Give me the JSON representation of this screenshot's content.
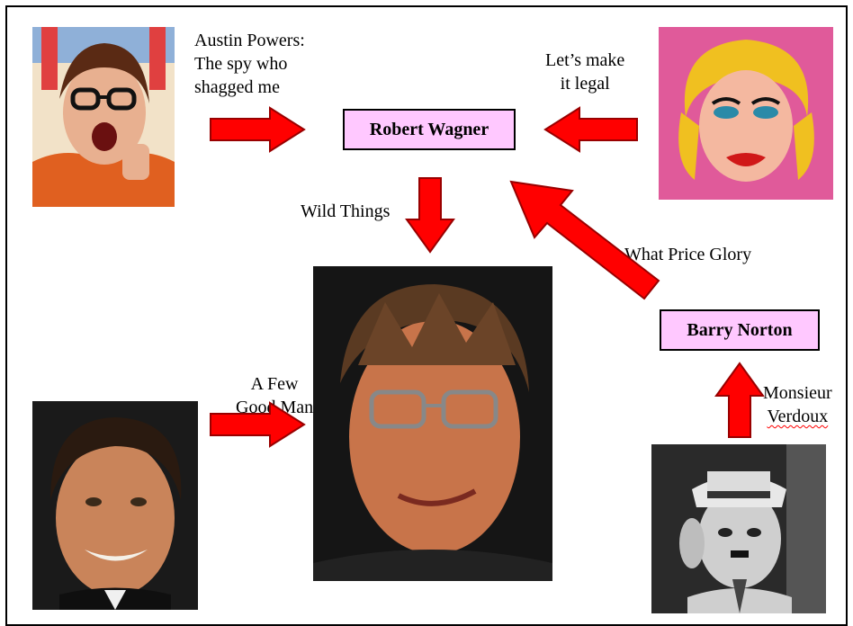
{
  "diagram": {
    "nodes": {
      "robert_wagner": "Robert Wagner",
      "barry_norton": "Barry Norton"
    },
    "edges": {
      "austin_powers": [
        "Austin Powers:",
        "The spy who",
        "shagged me"
      ],
      "lets_make_it_legal": [
        "Let’s make",
        "it legal"
      ],
      "wild_things": "Wild Things",
      "what_price_glory": "What Price Glory",
      "a_few_good_man": [
        "A Few",
        "Good Man"
      ],
      "monsieur_verdoux": [
        "Monsieur",
        "Verdoux"
      ]
    }
  },
  "colors": {
    "arrow_fill": "#ff0000",
    "arrow_stroke": "#990000",
    "box_fill": "#ffc8ff"
  }
}
